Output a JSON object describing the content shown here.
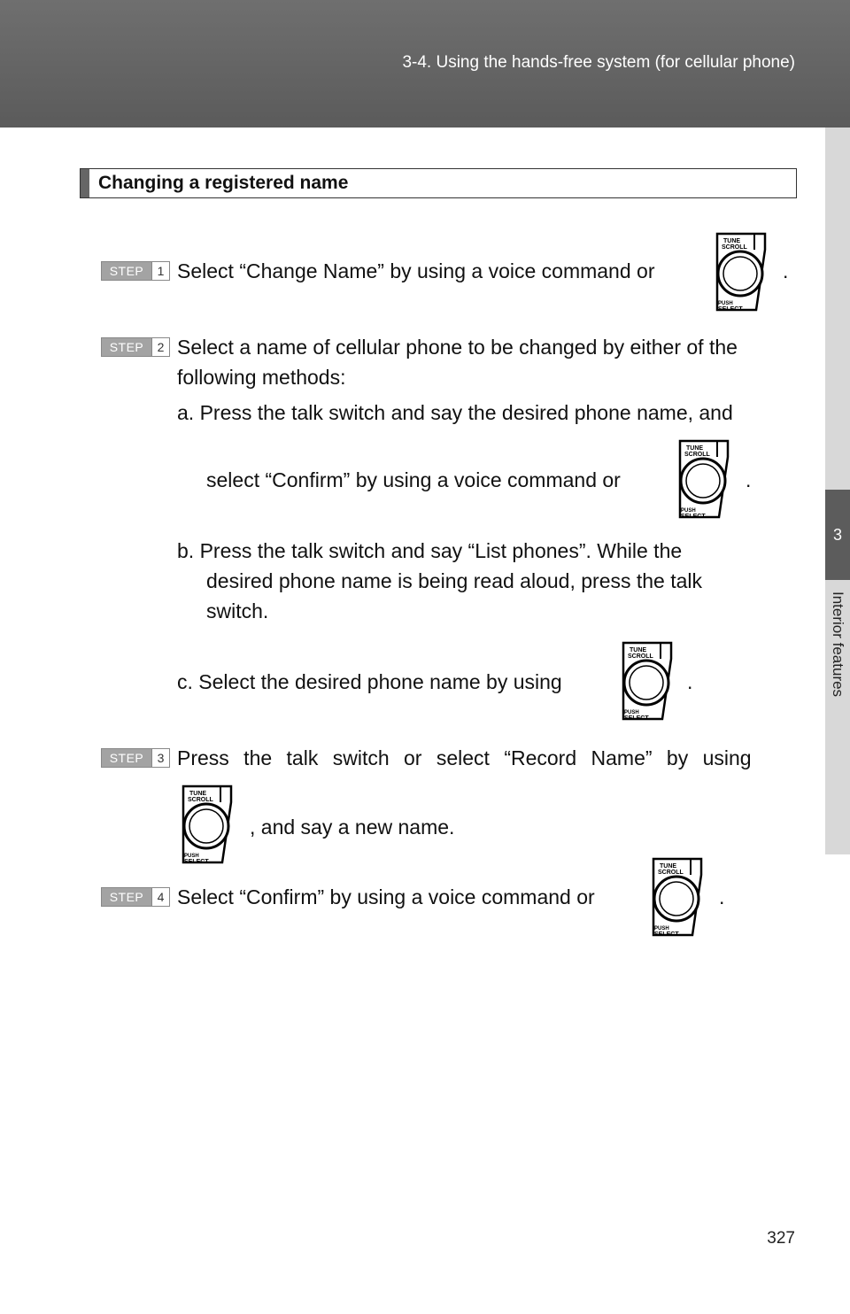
{
  "header": {
    "section_path": "3-4. Using the hands-free system (for cellular phone)"
  },
  "side_tab": {
    "chapter_number": "3",
    "chapter_title": "Interior features"
  },
  "section": {
    "title": "Changing a registered name"
  },
  "step_label": "STEP",
  "knob": {
    "top_text": "TUNE",
    "top_text2": "SCROLL",
    "bottom_text": "PUSH",
    "bottom_text2": "SELECT"
  },
  "steps": [
    {
      "number": "1",
      "text": "Select “Change Name” by using a voice command or",
      "end": "."
    },
    {
      "number": "2",
      "text": "Select a name of cellular phone to be changed by either of the",
      "text2": "following methods:",
      "sub_a": "a.  Press the talk switch and say the desired phone name, and",
      "sub_a2": "select “Confirm” by using a voice command or",
      "sub_a2_end": ".",
      "sub_b": "b.  Press the talk switch and say “List phones”. While the",
      "sub_b2": "desired phone name is being read aloud, press the talk",
      "sub_b3": "switch.",
      "sub_c": "c.  Select the desired phone name by using",
      "sub_c_end": "."
    },
    {
      "number": "3",
      "text": "Press the talk switch or select “Record Name” by using",
      "text2": ", and say a new name."
    },
    {
      "number": "4",
      "text": "Select “Confirm” by using a voice command or",
      "end": "."
    }
  ],
  "footer": {
    "page_number": "327"
  }
}
